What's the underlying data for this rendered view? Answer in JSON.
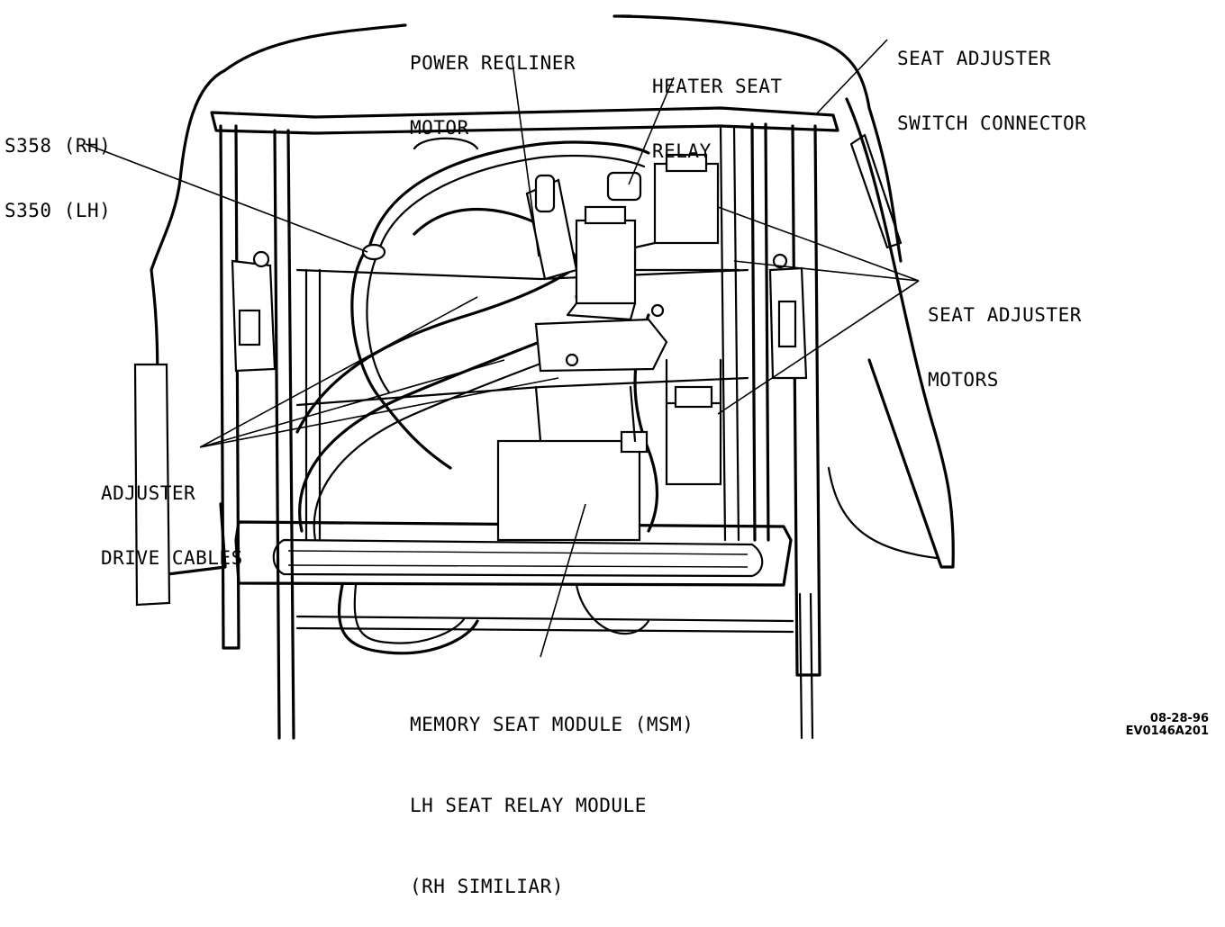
{
  "labels": {
    "power_recliner_motor": [
      "POWER RECLINER",
      "MOTOR"
    ],
    "heater_seat_relay": [
      "HEATER SEAT",
      "RELAY"
    ],
    "seat_adjuster_switch_connector": [
      "SEAT ADJUSTER",
      "SWITCH CONNECTOR"
    ],
    "splice": [
      "S358 (RH)",
      "S350 (LH)"
    ],
    "seat_adjuster_motors": [
      "SEAT ADJUSTER",
      "MOTORS"
    ],
    "adjuster_drive_cables": [
      "ADJUSTER",
      "DRIVE CABLES"
    ],
    "memory_seat_module": [
      "MEMORY SEAT MODULE (MSM)",
      "LH SEAT RELAY MODULE",
      "(RH SIMILIAR)"
    ]
  },
  "figure_code": [
    "08-28-96",
    "EV0146A201"
  ]
}
